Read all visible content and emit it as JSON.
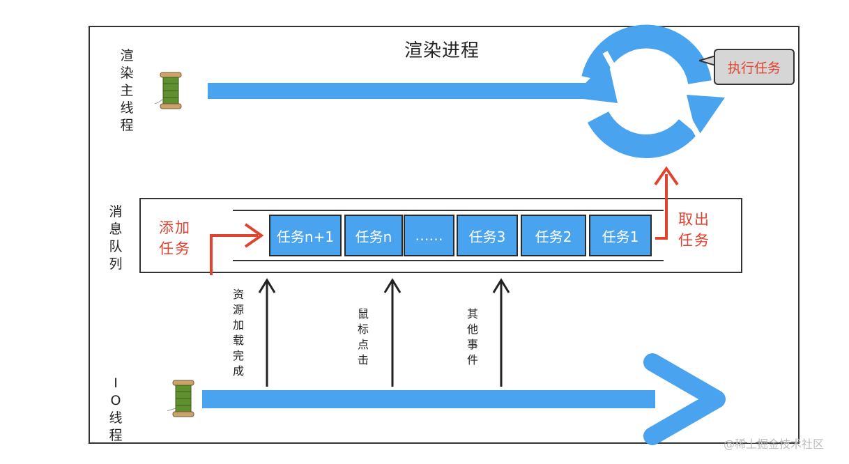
{
  "title": "渲染进程",
  "main_thread_label": [
    "渲",
    "染",
    "主",
    "线",
    "程"
  ],
  "queue_label": [
    "消",
    "息",
    "队",
    "列"
  ],
  "io_thread_label": [
    "I",
    "O",
    "线",
    "程"
  ],
  "add_task_label": [
    "添加",
    "任务"
  ],
  "take_task_label": [
    "取出",
    "任务"
  ],
  "callout_text": "执行任务",
  "tasks": [
    "任务n+1",
    "任务n",
    "……",
    "任务3",
    "任务2",
    "任务1"
  ],
  "events": [
    [
      "资",
      "源",
      "加",
      "载",
      "完",
      "成"
    ],
    [
      "鼠",
      "标",
      "点",
      "击"
    ],
    [
      "其",
      "他",
      "事",
      "件"
    ]
  ],
  "watermark": "@稀土掘金技术社区",
  "colors": {
    "blue": "#4aa3ee",
    "red": "#e0432f",
    "stroke": "#333333",
    "callout_bg": "#d6d6d6"
  }
}
